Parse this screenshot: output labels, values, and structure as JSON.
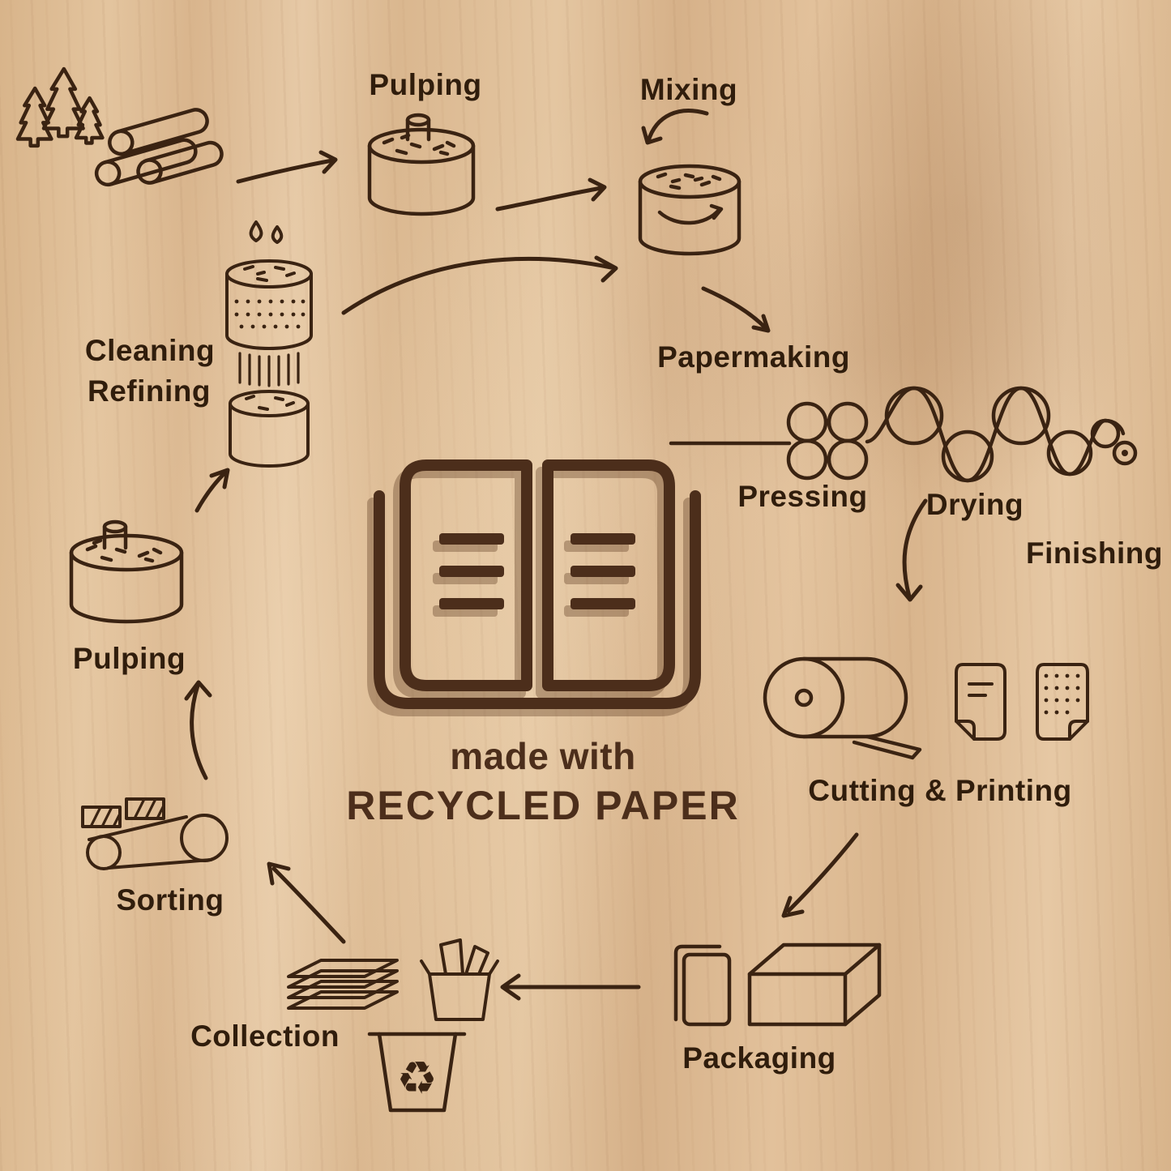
{
  "center": {
    "line1": "made with",
    "line2": "RECYCLED PAPER"
  },
  "labels": {
    "pulping_top": "Pulping",
    "mixing": "Mixing",
    "papermaking": "Papermaking",
    "pressing": "Pressing",
    "drying": "Drying",
    "finishing": "Finishing",
    "cutting_printing": "Cutting & Printing",
    "packaging": "Packaging",
    "collection": "Collection",
    "sorting": "Sorting",
    "pulping_left": "Pulping",
    "cleaning": "Cleaning",
    "refining": "Refining"
  },
  "flow": [
    "Pulping",
    "Mixing",
    "Papermaking",
    "Pressing",
    "Drying",
    "Finishing",
    "Cutting & Printing",
    "Packaging",
    "Collection",
    "Sorting",
    "Pulping",
    "Cleaning",
    "Refining",
    "Mixing"
  ],
  "icons": {
    "recycle_glyph": "♻"
  },
  "colors": {
    "background": "#debb93",
    "line": "#3a2312",
    "label": "#301d0c",
    "center_text": "#4c2e1b"
  }
}
